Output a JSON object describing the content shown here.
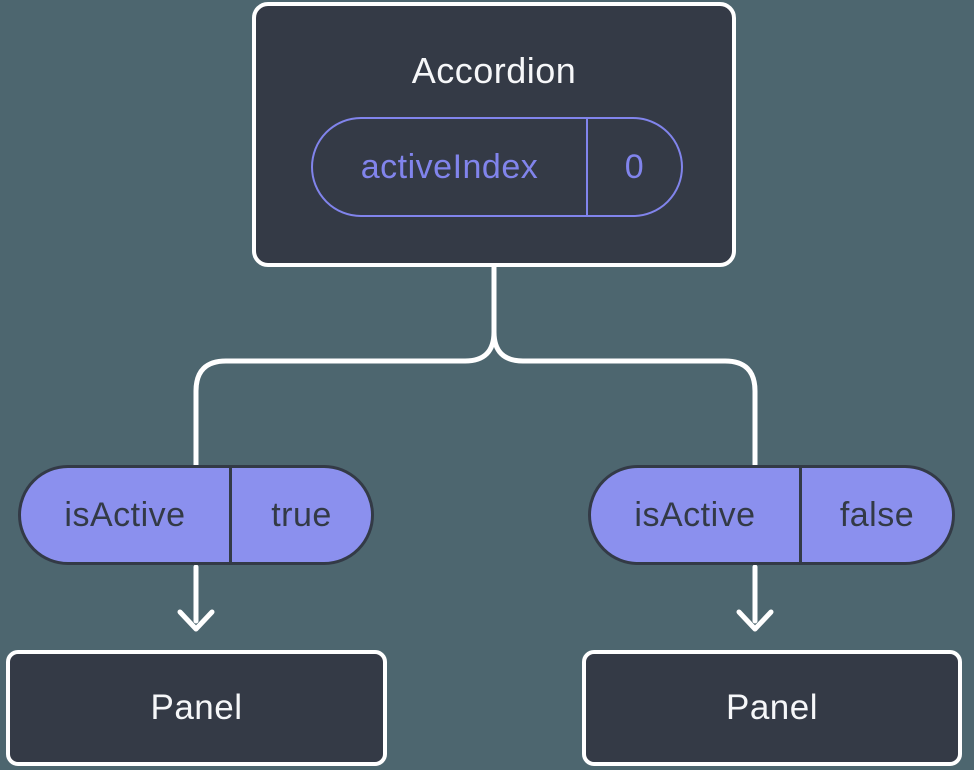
{
  "colors": {
    "background": "#4d666f",
    "node-dark": "#343a46",
    "node-border": "#ffffff",
    "purple-outline": "#8184ec",
    "purple-fill": "#8b90ee",
    "text-light": "#f6f7f9",
    "text-dark": "#333a46",
    "connector": "#ffffff"
  },
  "diagram": {
    "root": {
      "title": "Accordion",
      "prop": {
        "name": "activeIndex",
        "value": "0"
      }
    },
    "children": [
      {
        "prop": {
          "name": "isActive",
          "value": "true"
        },
        "label": "Panel"
      },
      {
        "prop": {
          "name": "isActive",
          "value": "false"
        },
        "label": "Panel"
      }
    ]
  }
}
